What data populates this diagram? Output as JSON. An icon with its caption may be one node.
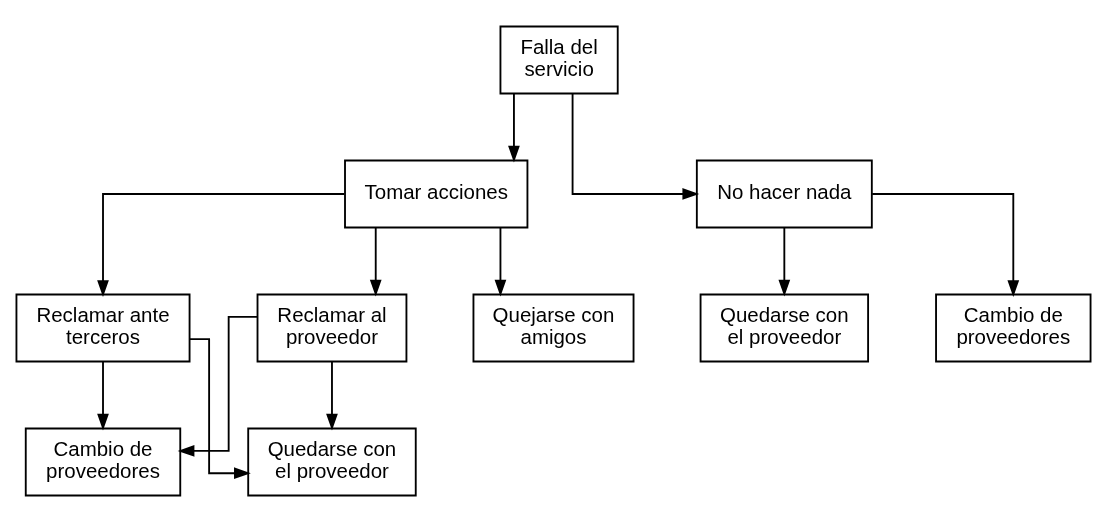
{
  "diagram": {
    "nodes": [
      {
        "text": [
          "Falla del servicio"
        ]
      },
      {
        "text": [
          "Tomar acciones"
        ]
      },
      {
        "text": [
          "No hacer nada"
        ]
      },
      {
        "text": [
          "Reclamar al proveedor"
        ]
      },
      {
        "text": [
          "Quejarse con amigos"
        ]
      },
      {
        "text": [
          "Reclamar ante terceros"
        ]
      },
      {
        "text": [
          "Cambio de proveedores"
        ]
      },
      {
        "text": [
          "Quedarse con el proveedor"
        ]
      },
      {
        "text": [
          "Cambio de proveedores"
        ]
      },
      {
        "text": [
          "Quedarse con el proveedor"
        ]
      }
    ],
    "edges": [
      {
        "from": 0,
        "to": 1,
        "arrow": "to"
      },
      {
        "from": 0,
        "to": 2,
        "arrow": "to"
      },
      {
        "from": 1,
        "to": 3,
        "arrow": "to"
      },
      {
        "from": 1,
        "to": 4,
        "arrow": "to"
      },
      {
        "from": 1,
        "to": 5,
        "arrow": "to"
      },
      {
        "from": 2,
        "to": 6,
        "arrow": "to"
      },
      {
        "from": 2,
        "to": 7,
        "arrow": "to"
      },
      {
        "from": 3,
        "to": 8,
        "arrow": "to"
      },
      {
        "from": 3,
        "to": 9,
        "arrow": "to"
      },
      {
        "from": 5,
        "to": 8,
        "arrow": "to"
      },
      {
        "from": 5,
        "to": 9,
        "arrow": "to"
      }
    ]
  }
}
